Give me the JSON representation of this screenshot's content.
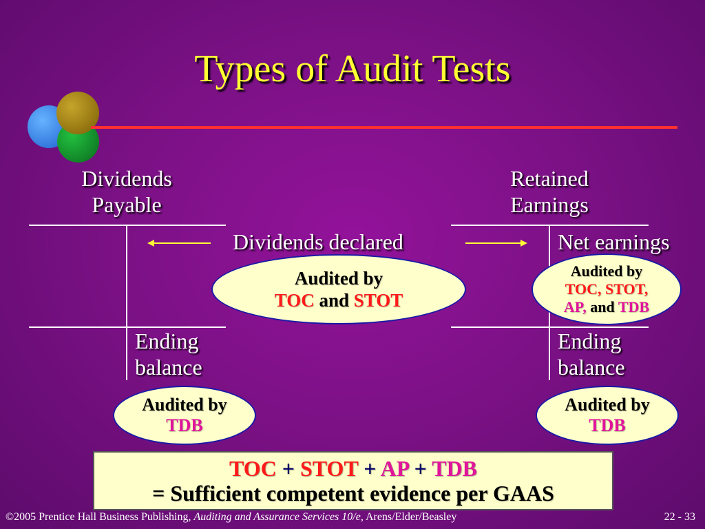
{
  "slide": {
    "title": "Types of Audit Tests",
    "colors": {
      "background": "#7c1186",
      "title": "#ffff33",
      "rule": "#ff3030",
      "oval_fill": "#ffffcc",
      "oval_border": "#1a1aa6"
    }
  },
  "left_account": {
    "title_line1": "Dividends",
    "title_line2": "Payable",
    "ending_line1": "Ending",
    "ending_line2": "balance"
  },
  "right_account": {
    "title_line1": "Retained",
    "title_line2": "Earnings",
    "entry": "Net earnings",
    "ending_line1": "Ending",
    "ending_line2": "balance"
  },
  "middle": {
    "label": "Dividends declared"
  },
  "ovals": {
    "middle": {
      "line1": "Audited by",
      "toc": "TOC",
      "and": "and",
      "stot": "STOT"
    },
    "right_top": {
      "line1": "Audited by",
      "toc": "TOC,",
      "stot": "STOT,",
      "ap": "AP,",
      "and": "and",
      "tdb": "TDB"
    },
    "left_bottom": {
      "line1": "Audited by",
      "tdb": "TDB"
    },
    "right_bottom": {
      "line1": "Audited by",
      "tdb": "TDB"
    }
  },
  "summary": {
    "toc": "TOC",
    "plus1": "+",
    "stot": "STOT",
    "plus2": "+",
    "ap": "AP",
    "plus3": "+",
    "tdb": "TDB",
    "line2": "= Sufficient competent evidence per GAAS"
  },
  "footer": {
    "prefix": "©2005 Prentice Hall Business Publishing,",
    "book": "Auditing and Assurance Services 10/e,",
    "authors": "Arens/Elder/Beasley",
    "page": "22 - 33"
  }
}
